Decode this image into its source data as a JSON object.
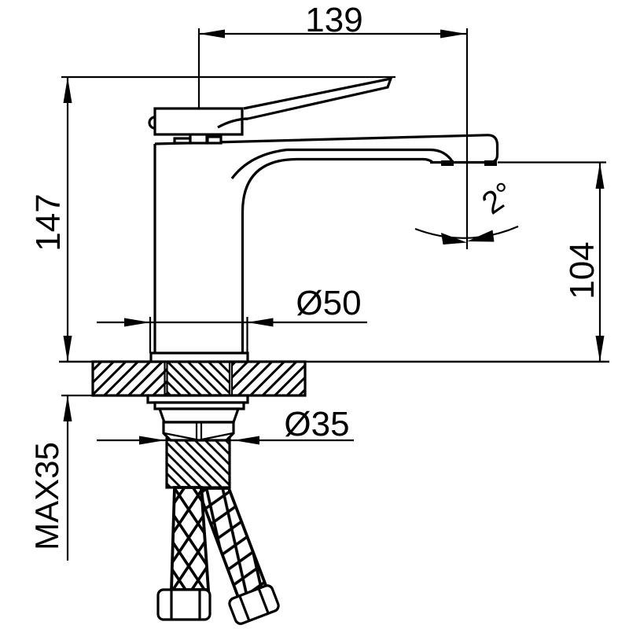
{
  "drawing": {
    "background": "#ffffff",
    "line_color": "#000000",
    "dimensions": {
      "spout_reach": {
        "label": "139"
      },
      "overall_height": {
        "label": "147"
      },
      "outlet_height": {
        "label": "104"
      },
      "max_mounting_thickness": {
        "label": "MAX35"
      },
      "base_diameter": {
        "label": "Ø50"
      },
      "shank_diameter": {
        "label": "Ø35"
      },
      "outlet_angle": {
        "label": "2°"
      }
    }
  }
}
